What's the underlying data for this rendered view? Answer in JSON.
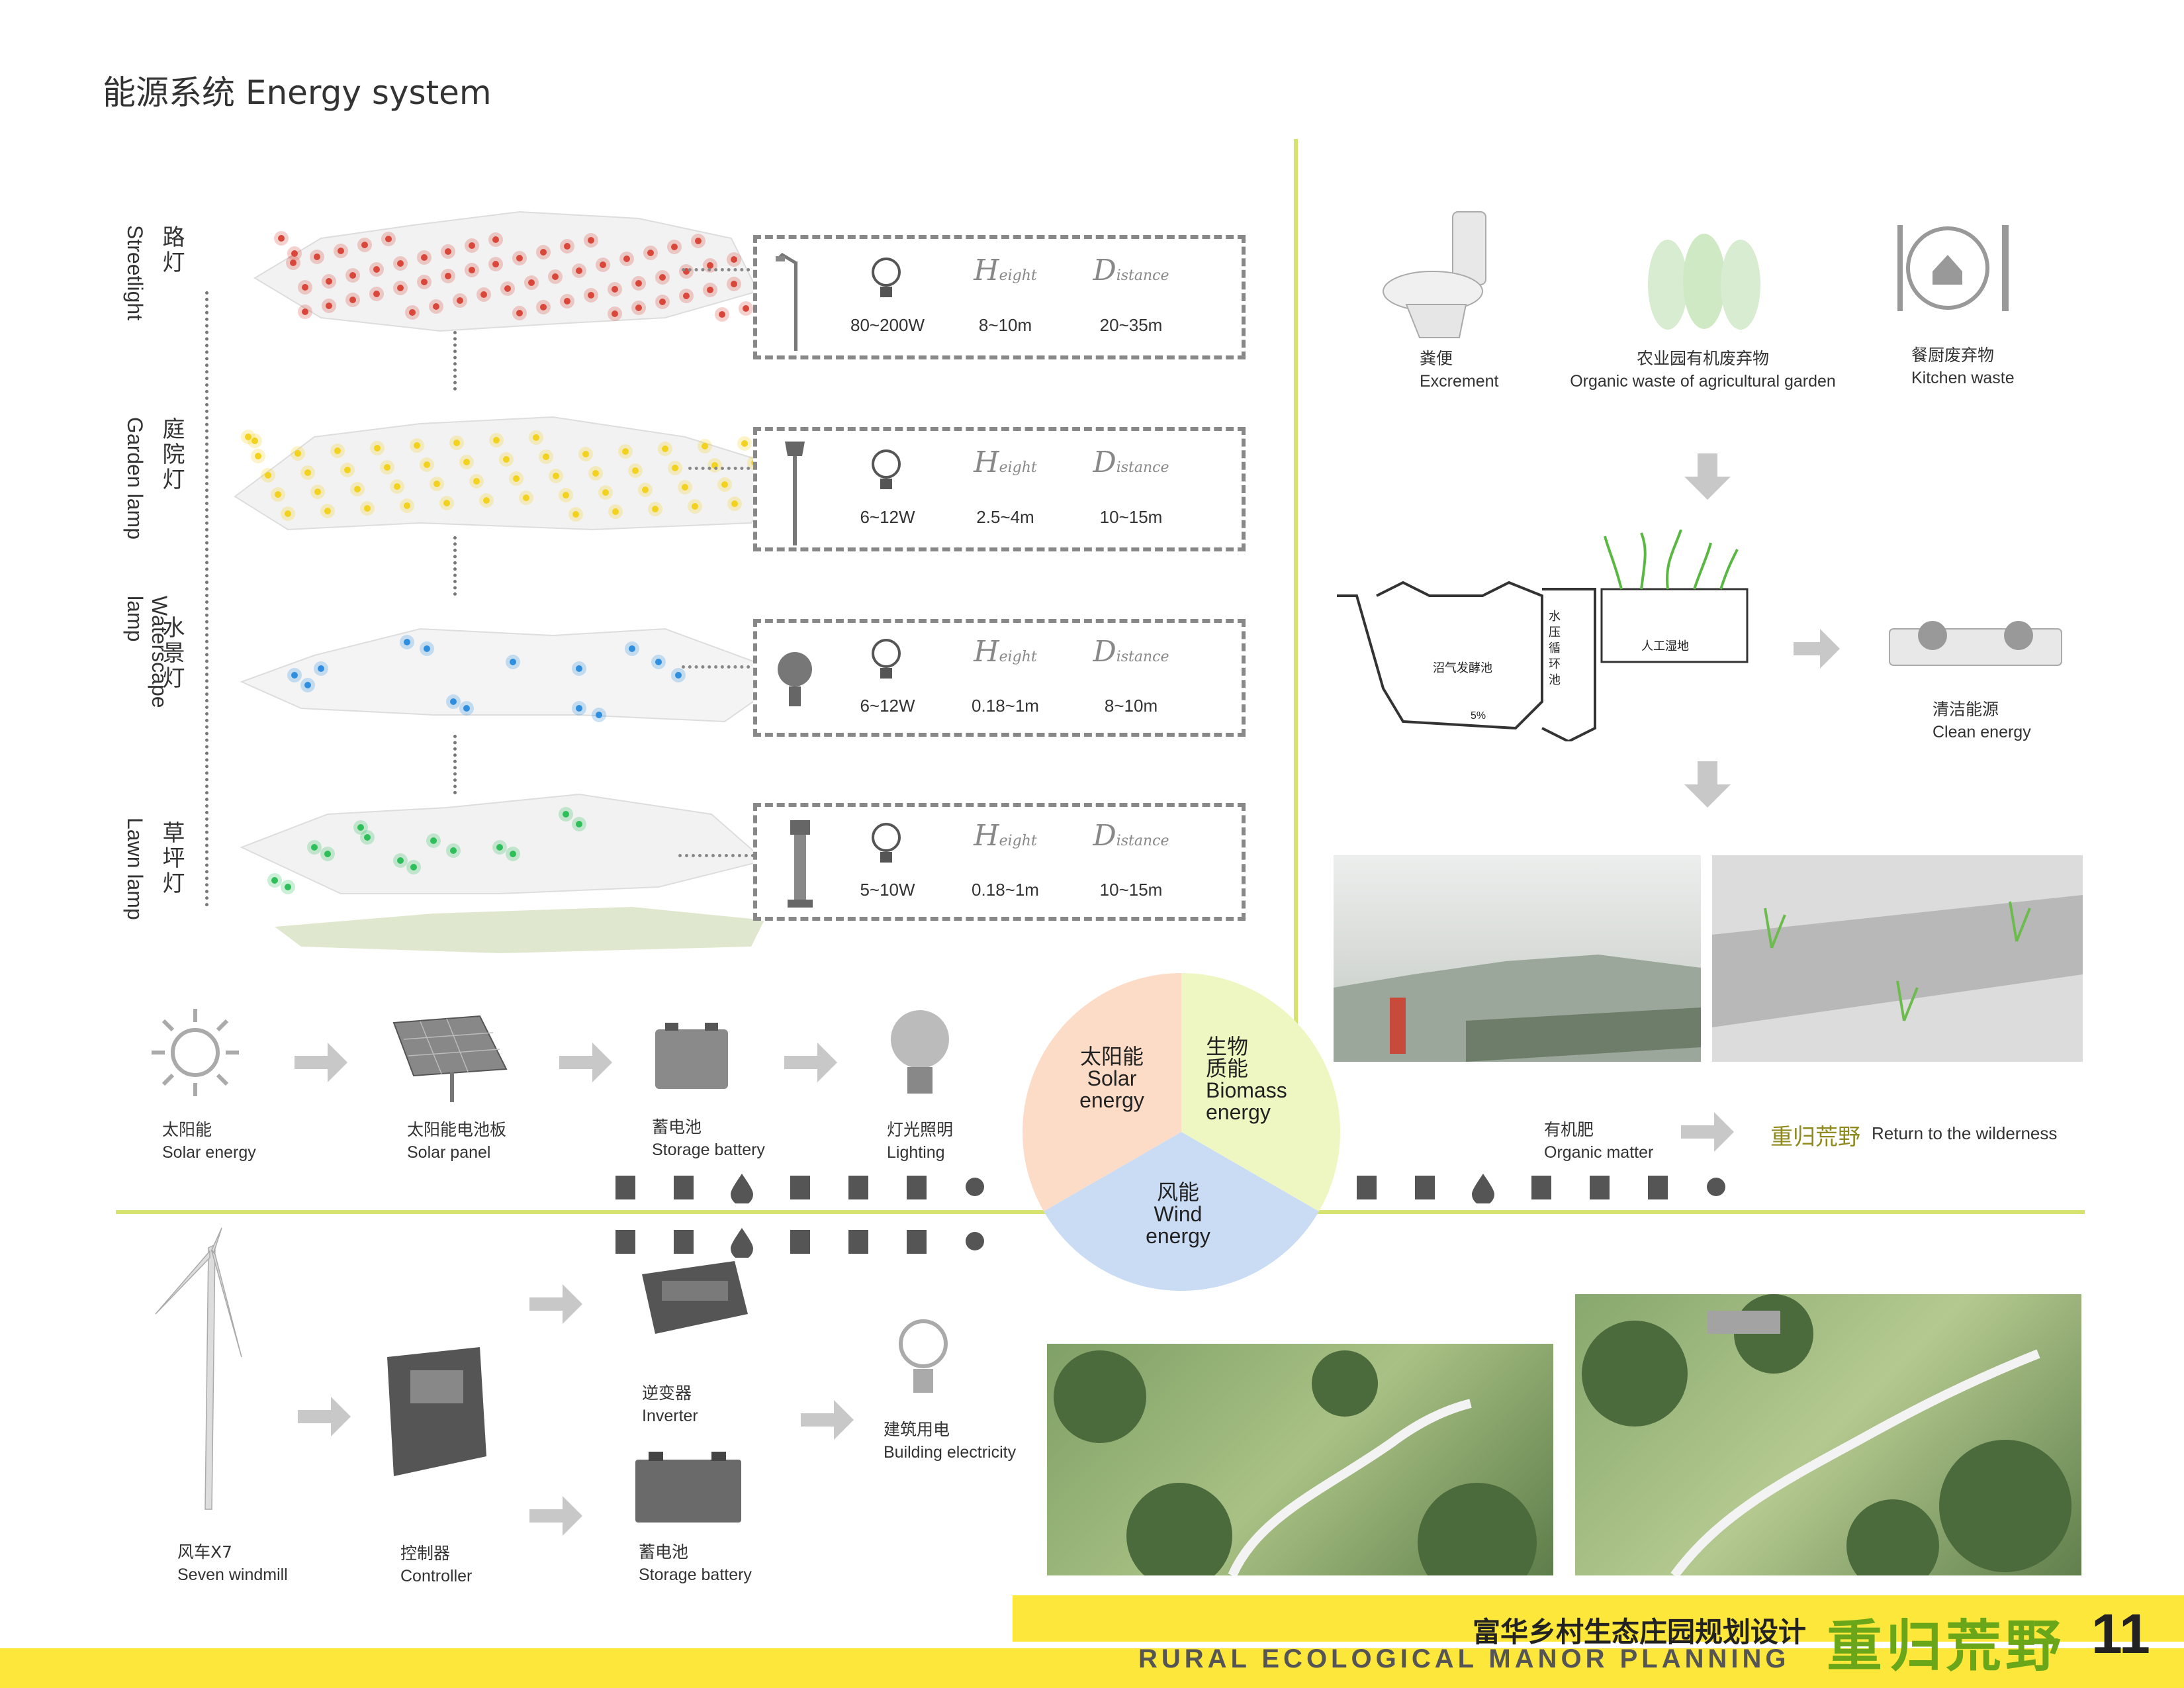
{
  "title": "能源系统 Energy system",
  "lamps": [
    {
      "cn": "路灯",
      "en": "Streetlight",
      "power": "80~200W",
      "height": "8~10m",
      "distance": "20~35m",
      "color": "#d9473a"
    },
    {
      "cn": "庭院灯",
      "en": "Garden lamp",
      "power": "6~12W",
      "height": "2.5~4m",
      "distance": "10~15m",
      "color": "#f2d21e"
    },
    {
      "cn": "水景灯",
      "en": "Waterscape lamp",
      "power": "6~12W",
      "height": "0.18~1m",
      "distance": "8~10m",
      "color": "#2f8fde"
    },
    {
      "cn": "草坪灯",
      "en": "Lawn lamp",
      "power": "5~10W",
      "height": "0.18~1m",
      "distance": "10~15m",
      "color": "#2fbf5a"
    }
  ],
  "spec_words": {
    "height_cap": "H",
    "height_rest": "eight",
    "distance_cap": "D",
    "distance_rest": "istance"
  },
  "solar_chain": [
    {
      "cn": "太阳能",
      "en": "Solar energy"
    },
    {
      "cn": "太阳能电池板",
      "en": "Solar panel"
    },
    {
      "cn": "蓄电池",
      "en": "Storage battery"
    },
    {
      "cn": "灯光照明",
      "en": "Lighting"
    }
  ],
  "pie": [
    {
      "cn": "太阳能",
      "en1": "Solar",
      "en2": "energy",
      "color": "#fcdcc6"
    },
    {
      "cn": "生物质能",
      "en1": "Biomass",
      "en2": "energy",
      "color": "#eef7c2"
    },
    {
      "cn": "风能",
      "en1": "Wind",
      "en2": "energy",
      "color": "#c9dcf4"
    }
  ],
  "biomass": {
    "sources": [
      {
        "cn": "粪便",
        "en": "Excrement"
      },
      {
        "cn": "农业园有机废弃物",
        "en": "Organic waste of agricultural garden"
      },
      {
        "cn": "餐厨废弃物",
        "en": "Kitchen waste"
      }
    ],
    "tank_labels": {
      "biogas": "沼气发酵池",
      "water_cycle": "水压循环池",
      "wetland": "人工湿地",
      "pct": "5%"
    },
    "clean": {
      "cn": "清洁能源",
      "en": "Clean energy"
    },
    "organic": {
      "cn": "有机肥",
      "en": "Organic matter"
    },
    "return_cn": "重归荒野",
    "return_en": "Return to the wilderness"
  },
  "wind_chain": [
    {
      "cn": "风车X7",
      "en": "Seven windmill"
    },
    {
      "cn": "控制器",
      "en": "Controller"
    },
    {
      "cn": "逆变器",
      "en": "Inverter"
    },
    {
      "cn": "蓄电池",
      "en": "Storage battery"
    },
    {
      "cn": "建筑用电",
      "en": "Building electricity"
    }
  ],
  "footer": {
    "cn": "富华乡村生态庄园规划设计",
    "en": "RURAL ECOLOGICAL MANOR PLANNING",
    "logo": "重归荒野",
    "page": "11"
  }
}
